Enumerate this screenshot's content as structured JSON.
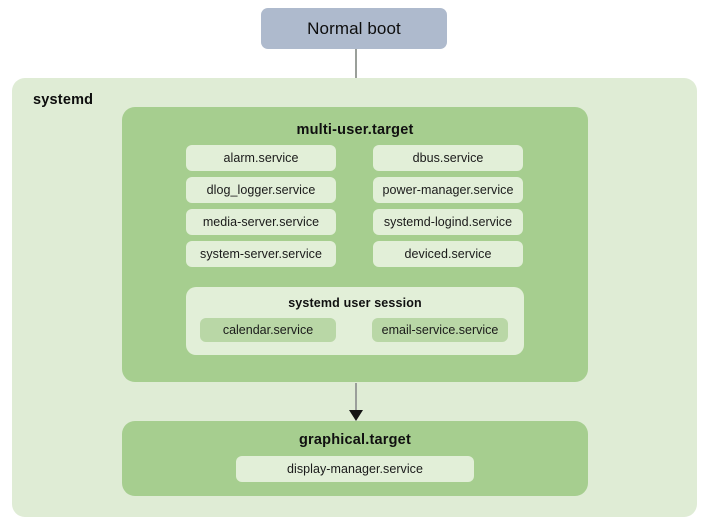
{
  "diagram": {
    "boot_node": {
      "label": "Normal boot",
      "color": "#aebacd"
    },
    "container": {
      "label": "systemd",
      "color": "#dfecd5"
    },
    "arrows": [
      {
        "name": "boot-to-multi-user",
        "color": "#9a9f9a",
        "head_color": "#141414"
      },
      {
        "name": "multi-user-to-graphical",
        "color": "#9a9f9a",
        "head_color": "#141414"
      }
    ],
    "targets": [
      {
        "id": "multi-user",
        "title": "multi-user.target",
        "color": "#a6ce8f",
        "services_left": [
          "alarm.service",
          "dlog_logger.service",
          "media-server.service",
          "system-server.service"
        ],
        "services_right": [
          "dbus.service",
          "power-manager.service",
          "systemd-logind.service",
          "deviced.service"
        ],
        "user_session": {
          "title": "systemd user session",
          "color": "#e2efd8",
          "services": [
            "calendar.service",
            "email-service.service"
          ],
          "service_color": "#b9d7a6"
        }
      },
      {
        "id": "graphical",
        "title": "graphical.target",
        "color": "#a6ce8f",
        "services": [
          "display-manager.service"
        ]
      }
    ],
    "service_box_color": "#e2efd8"
  }
}
